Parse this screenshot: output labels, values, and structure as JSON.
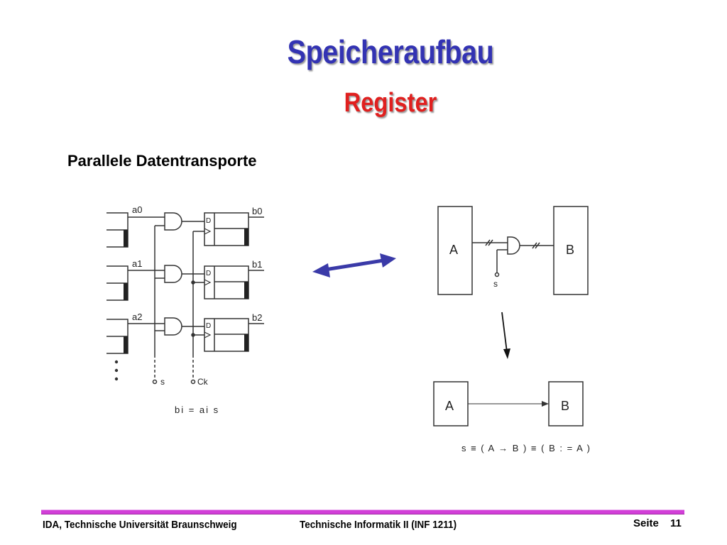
{
  "slide": {
    "title": "Speicheraufbau",
    "subtitle": "Register",
    "section": "Parallele Datentransporte"
  },
  "circuit": {
    "inputs": [
      "a0",
      "a1",
      "a2"
    ],
    "outputs": [
      "b0",
      "b1",
      "b2"
    ],
    "ff_label": "D",
    "select_label": "s",
    "clock_label": "Ck",
    "equation": "bi = ai  s"
  },
  "block": {
    "a_label": "A",
    "b_label": "B",
    "select_label": "s",
    "equation": "s ≡ ( A → B ) ≡ ( B : = A )"
  },
  "colors": {
    "title": "#3333b3",
    "subtitle": "#e0201f",
    "arrow": "#3a3aa8",
    "footer_line": "#d23fd8"
  },
  "footer": {
    "institution": "IDA, Technische Universität Braunschweig",
    "course": "Technische Informatik II (INF 1211)",
    "page_label": "Seite",
    "page_number": "11"
  }
}
